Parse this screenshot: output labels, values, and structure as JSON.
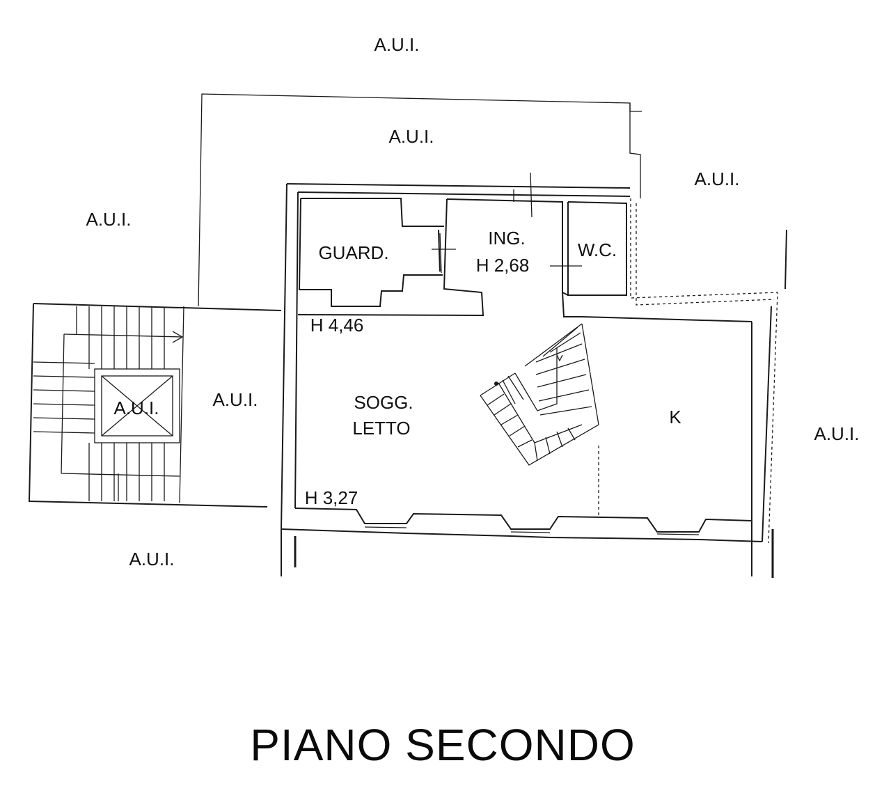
{
  "plan": {
    "title": "PIANO SECONDO",
    "neighbor_labels": [
      "A.U.I.",
      "A.U.I.",
      "A.U.I.",
      "A.U.I.",
      "A.U.I.",
      "A.U.I.",
      "A.U.I.",
      "A.U.I."
    ],
    "rooms": {
      "guardaroba": "GUARD.",
      "ingresso": "ING.",
      "ingresso_height": "H 2,68",
      "wc": "W.C.",
      "soggiorno_line1": "SOGG.",
      "soggiorno_line2": "LETTO",
      "kitchen": "K"
    },
    "heights": {
      "upper": "H 4,46",
      "lower": "H 3,27"
    }
  }
}
